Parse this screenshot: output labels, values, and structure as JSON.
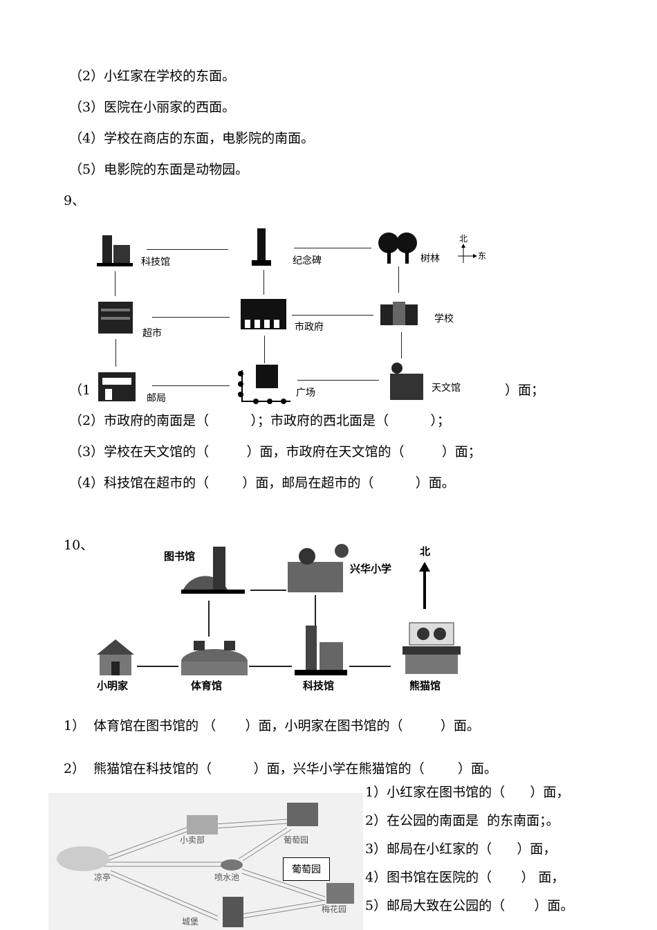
{
  "intro_items": [
    "（2）小红家在学校的东面。",
    "（3）医院在小丽家的西面。",
    "（4）学校在商店的东面，电影院的南面。",
    "（5）电影院的东面是动物园。"
  ],
  "q9": {
    "number": "9、",
    "map": {
      "places": [
        "科技馆",
        "纪念碑",
        "树林",
        "超市",
        "市政府",
        "学校",
        "邮局",
        "广场",
        "天文馆"
      ],
      "compass": {
        "north": "北",
        "east": "东"
      }
    },
    "q1_partial_start": "（1",
    "q1_partial_end": "）面；",
    "questions": [
      "（2）市政府的南面是（          ）；市政府的西北面是（          ）；",
      "（3）学校在天文馆的（         ）面，市政府在天文馆的（         ）面；",
      "（4）科技馆在超市的（        ）面，邮局在超市的（          ）面。"
    ]
  },
  "q10": {
    "number": "10、",
    "map": {
      "places": [
        "图书馆",
        "兴华小学",
        "小明家",
        "体育馆",
        "科技馆",
        "熊猫馆"
      ],
      "north": "北"
    },
    "questions": [
      "1）  体育馆在图书馆的 （       ）面，小明家在图书馆的（         ）面。",
      "2）  熊猫馆在科技馆的（          ）面，兴华小学在熊猫馆的（        ）面。"
    ]
  },
  "overlay": {
    "lines": [
      "1）小红家在图书馆的（      ）面，",
      "2）在公园的南面是  的东南面；。",
      "3）邮局在小红家的（      ）面，",
      "4）图书馆在医院的（       ） 面，",
      "5）邮局大致在公园的（       ）面。"
    ],
    "park_map": {
      "places": [
        "小卖部",
        "葡萄园",
        "凉亭",
        "喷水池",
        "城堡",
        "梅花园"
      ],
      "label_box": "葡萄园"
    }
  }
}
